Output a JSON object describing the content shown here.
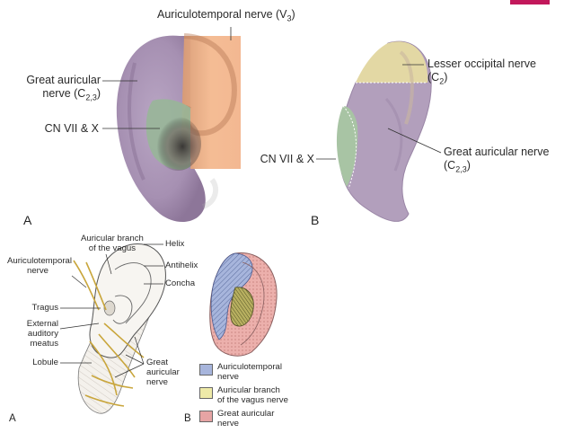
{
  "colors": {
    "corner_accent": "#c2185b",
    "ear_purple": "#a690b2",
    "auriculotemporal_orange": "#f2b48c",
    "vagus_green": "#98b698",
    "occipital_yellow": "#e3d8a4",
    "legend_blue": "#a7b5dc",
    "legend_yellow": "#eeeaa8",
    "legend_pink": "#e6a4a4"
  },
  "figureA_top": {
    "panel_label": "A",
    "labels": {
      "auriculotemporal_main": "Auriculotemporal nerve (V",
      "auriculotemporal_sub": "3",
      "auriculotemporal_close": ")",
      "great_auricular_line1": "Great auricular",
      "great_auricular_line2": "nerve (C",
      "great_auricular_sub": "2,3",
      "great_auricular_close": ")",
      "cn": "CN VII & X"
    }
  },
  "figureB_top": {
    "panel_label": "B",
    "labels": {
      "lesser_line1": "Lesser occipital nerve",
      "lesser_line2": "(C",
      "lesser_sub": "2",
      "lesser_close": ")",
      "great_line1": "Great auricular nerve",
      "great_line2": "(C",
      "great_sub": "2,3",
      "great_close": ")",
      "cn": "CN VII & X"
    }
  },
  "figureA_bottom": {
    "panel_label": "A",
    "labels": {
      "auricular_branch_1": "Auricular branch",
      "auricular_branch_2": "of the vagus",
      "auriculotemporal_1": "Auriculotemporal",
      "auriculotemporal_2": "nerve",
      "helix": "Helix",
      "antihelix": "Antihelix",
      "concha": "Concha",
      "tragus": "Tragus",
      "external_1": "External",
      "external_2": "auditory",
      "external_3": "meatus",
      "lobule": "Lobule",
      "great_1": "Great",
      "great_2": "auricular",
      "great_3": "nerve"
    }
  },
  "figureB_bottom": {
    "panel_label": "B",
    "legend": [
      {
        "lines": [
          "Auriculotemporal",
          "nerve"
        ],
        "color": "#a7b5dc"
      },
      {
        "lines": [
          "Auricular branch",
          "of the vagus nerve"
        ],
        "color": "#eeeaa8"
      },
      {
        "lines": [
          "Great auricular",
          "nerve"
        ],
        "color": "#e6a4a4"
      }
    ]
  }
}
